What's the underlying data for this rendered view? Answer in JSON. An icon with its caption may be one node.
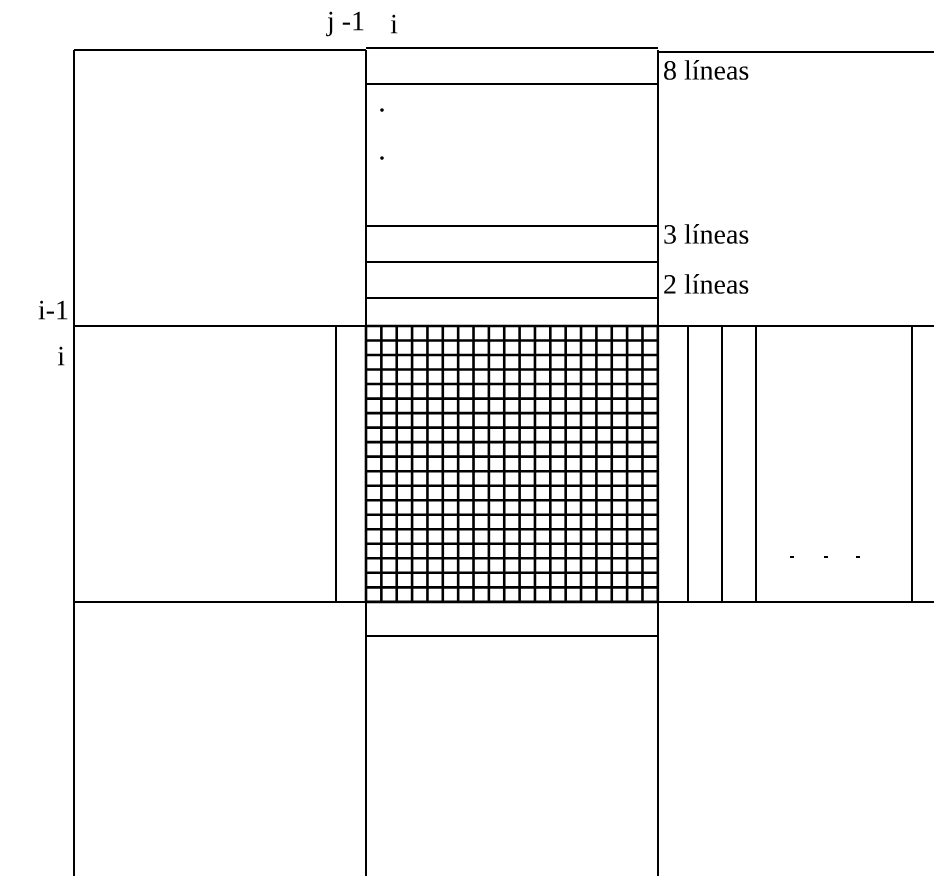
{
  "diagram": {
    "labels": [
      "j -1",
      "i",
      "8 líneas",
      "3 líneas",
      "2 líneas",
      "i-1",
      "i"
    ]
  }
}
